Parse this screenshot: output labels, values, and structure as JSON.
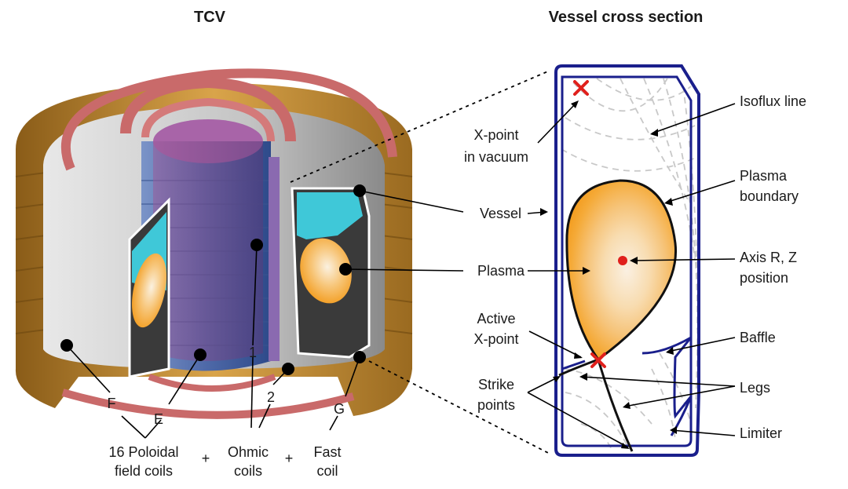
{
  "titles": {
    "left": "TCV",
    "right": "Vessel cross section"
  },
  "labels": {
    "letter_f": "F",
    "letter_e": "E",
    "num_1": "1",
    "num_2": "2",
    "letter_g": "G",
    "poloidal_1": "16 Poloidal",
    "poloidal_2": "field coils",
    "plus_1": "+",
    "ohmic_1": "Ohmic",
    "ohmic_2": "coils",
    "plus_2": "+",
    "fast_1": "Fast",
    "fast_2": "coil",
    "vessel": "Vessel",
    "plasma": "Plasma",
    "xpoint_vac_1": "X-point",
    "xpoint_vac_2": "in vacuum",
    "active_1": "Active",
    "active_2": "X-point",
    "strike_1": "Strike",
    "strike_2": "points",
    "isoflux": "Isoflux line",
    "boundary_1": "Plasma",
    "boundary_2": "boundary",
    "axis_1": "Axis R, Z",
    "axis_2": "position",
    "baffle": "Baffle",
    "legs": "Legs",
    "limiter": "Limiter"
  },
  "colors": {
    "vessel_outline": "#1a1f8c",
    "plasma_core": "#f5e6d0",
    "plasma_edge": "#f5a623",
    "poloidal_coil": "#b07a2a",
    "coil_pink": "#c96a6a",
    "inner_cylinder": "#5a7ab8",
    "axis_marker": "#e0201c",
    "isoflux": "#c8c8c8"
  }
}
